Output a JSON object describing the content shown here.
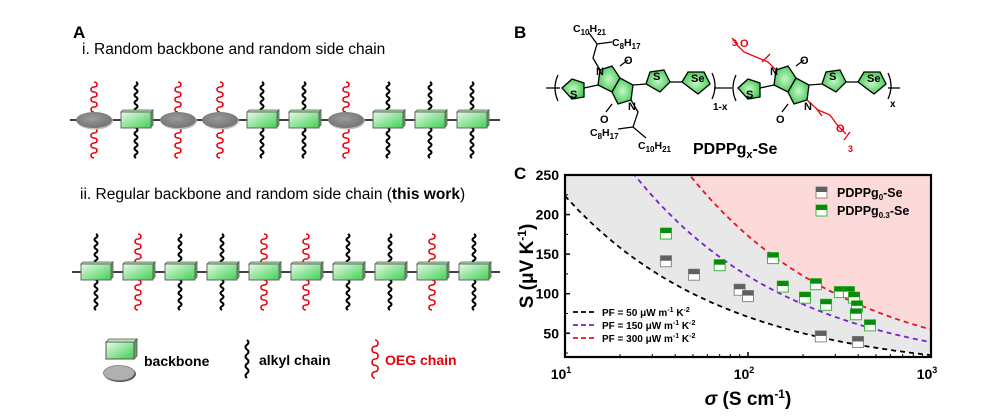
{
  "panels": {
    "a": {
      "label": "A",
      "row_i": {
        "title": "i. Random backbone and random side chain",
        "units": [
          {
            "backbone": "oval",
            "side_chain": "oeg"
          },
          {
            "backbone": "box",
            "side_chain": "alkyl"
          },
          {
            "backbone": "oval",
            "side_chain": "oeg"
          },
          {
            "backbone": "oval",
            "side_chain": "oeg"
          },
          {
            "backbone": "box",
            "side_chain": "alkyl"
          },
          {
            "backbone": "box",
            "side_chain": "alkyl"
          },
          {
            "backbone": "oval",
            "side_chain": "oeg"
          },
          {
            "backbone": "box",
            "side_chain": "alkyl"
          },
          {
            "backbone": "box",
            "side_chain": "alkyl"
          },
          {
            "backbone": "box",
            "side_chain": "alkyl"
          }
        ]
      },
      "row_ii": {
        "title_prefix": "ii. Regular backbone and random side chain (",
        "title_bold": "this work",
        "title_suffix": ")",
        "units": [
          {
            "backbone": "box",
            "side_chain": "alkyl"
          },
          {
            "backbone": "box",
            "side_chain": "oeg"
          },
          {
            "backbone": "box",
            "side_chain": "alkyl"
          },
          {
            "backbone": "box",
            "side_chain": "alkyl"
          },
          {
            "backbone": "box",
            "side_chain": "oeg"
          },
          {
            "backbone": "box",
            "side_chain": "oeg"
          },
          {
            "backbone": "box",
            "side_chain": "alkyl"
          },
          {
            "backbone": "box",
            "side_chain": "alkyl"
          },
          {
            "backbone": "box",
            "side_chain": "oeg"
          },
          {
            "backbone": "box",
            "side_chain": "alkyl"
          }
        ]
      },
      "legend": {
        "backbone": "backbone",
        "alkyl": "alkyl chain",
        "oeg": "OEG chain"
      },
      "colors": {
        "box_fill_light": "#d9f7d9",
        "box_fill_dark": "#3fcf52",
        "oval_fill": "#8c8c8c",
        "alkyl": "#000000",
        "oeg": "#e8000b"
      }
    },
    "b": {
      "label": "B",
      "name_prefix": "PDPPg",
      "name_sub": "x",
      "name_suffix": "-Se",
      "repeat_left_sub": "1-x",
      "repeat_right_sub": "x",
      "alkyl_top": {
        "c1": "C",
        "c1_sub": "10",
        "h1": "H",
        "h1_sub": "21",
        "c2": "C",
        "c2_sub": "8",
        "h2": "H",
        "h2_sub": "17"
      },
      "atoms": {
        "s": "S",
        "se": "Se",
        "n": "N",
        "o": "O"
      },
      "oeg_repeat": "3",
      "colors": {
        "ring": "#4fd960",
        "oeg": "#e8000b"
      }
    }
  },
  "chart_data": {
    "panel_label": "C",
    "type": "scatter",
    "x_scale": "log",
    "xlabel": "σ (S cm⁻¹)",
    "xlabel_parts": {
      "sym": "σ",
      "unit": " (S cm",
      "sup": "-1",
      "close": ")"
    },
    "ylabel_parts": {
      "sym": "S",
      "unit": " (μV K",
      "sup": "-1",
      "close": ")"
    },
    "xlim": [
      10,
      1000
    ],
    "ylim": [
      20,
      250
    ],
    "x_ticks": [
      {
        "base": "10",
        "exp": "1",
        "value": 10
      },
      {
        "base": "10",
        "exp": "2",
        "value": 100
      },
      {
        "base": "10",
        "exp": "3",
        "value": 1000
      }
    ],
    "y_ticks": [
      50,
      100,
      150,
      200,
      250
    ],
    "grid": false,
    "series": [
      {
        "name": "PDPPg0-Se",
        "label_main": "PDPPg",
        "label_sub": "0",
        "label_suffix": "-Se",
        "color": "#606060",
        "points": [
          [
            35.6,
            141
          ],
          [
            50.7,
            124
          ],
          [
            90,
            105
          ],
          [
            100,
            97
          ],
          [
            250,
            46
          ],
          [
            399,
            39
          ]
        ]
      },
      {
        "name": "PDPPg0.3-Se",
        "label_main": "PDPPg",
        "label_sub": "0.3",
        "label_suffix": "-Se",
        "color": "#0a8a0a",
        "points": [
          [
            35.6,
            176
          ],
          [
            70,
            136
          ],
          [
            137,
            145
          ],
          [
            155,
            109
          ],
          [
            205,
            95
          ],
          [
            235,
            112
          ],
          [
            267,
            86
          ],
          [
            318,
            102
          ],
          [
            356,
            102
          ],
          [
            380,
            95
          ],
          [
            394,
            84
          ],
          [
            389,
            74
          ],
          [
            464,
            60
          ]
        ]
      }
    ],
    "pf_curves": [
      {
        "pf": 50,
        "label_prefix": "PF = 50 μW m",
        "label_mid": " K",
        "sup1": "-1",
        "sup2": "-2",
        "color": "#000000",
        "fill": "#e8e8e8"
      },
      {
        "pf": 150,
        "label_prefix": "PF = 150 μW m",
        "label_mid": " K",
        "sup1": "-1",
        "sup2": "-2",
        "color": "#7a1fd6",
        "fill": "#dbe8fb"
      },
      {
        "pf": 300,
        "label_prefix": "PF = 300 μW m",
        "label_mid": " K",
        "sup1": "-1",
        "sup2": "-2",
        "color": "#e8141e",
        "fill": "#fddada"
      }
    ],
    "legend_position": "top-right",
    "pf_legend_position": "bottom-left"
  }
}
